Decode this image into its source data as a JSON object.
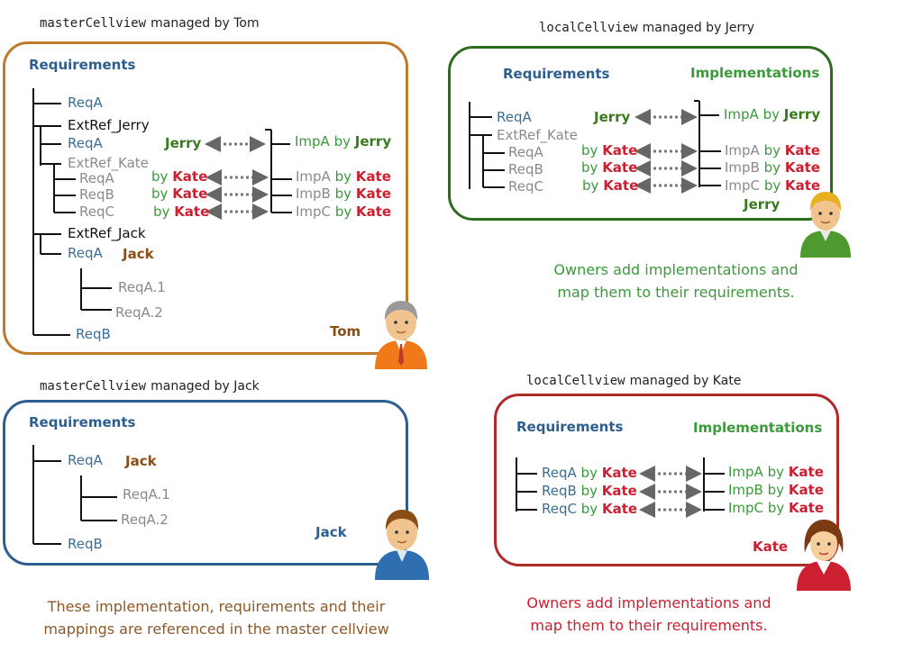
{
  "colors": {
    "req_blue": "#3a6e96",
    "impl_green": "#3b9a3b",
    "owner_red": "#cc1f2f",
    "jack_brown": "#8a4e14",
    "jerry_green": "#3a7a1e",
    "ext_gray": "#8a8a8a",
    "tom_box": "#c07a2a",
    "jerry_box": "#2f6b1f",
    "jack_box": "#2c5f8f",
    "kate_box": "#b02a2a",
    "note_brown": "#8a5a2a",
    "note_green": "#3b9a3b",
    "note_red": "#cc1f2f"
  },
  "tom": {
    "caption_code": "masterCellview",
    "caption_text": "managed by Tom",
    "requirements_label": "Requirements",
    "rows": {
      "reqa": "ReqA",
      "extref_jerry": "ExtRef_Jerry",
      "jerry_reqa": "ReqA",
      "jerry_owner": "Jerry",
      "jerry_imp": "ImpA by",
      "jerry_imp_owner": "Jerry",
      "extref_kate": "ExtRef_Kate",
      "kate_reqa": "ReqA",
      "kate_reqb": "ReqB",
      "kate_reqc": "ReqC",
      "by": "by",
      "kate": "Kate",
      "kate_impa": "ImpA",
      "kate_impb": "ImpB",
      "kate_impc": "ImpC",
      "extref_jack": "ExtRef_Jack",
      "jack_reqa": "ReqA",
      "jack_owner": "Jack",
      "reqa1": "ReqA.1",
      "reqa2": "ReqA.2",
      "reqb": "ReqB"
    },
    "owner_label": "Tom",
    "avatar_icon": "user-avatar-icon"
  },
  "jerry": {
    "caption_code": "localCellview",
    "caption_text": "managed by Jerry",
    "requirements_label": "Requirements",
    "implementations_label": "Implementations",
    "rows": {
      "reqa": "ReqA",
      "jerry_owner": "Jerry",
      "impa": "ImpA by",
      "impa_owner": "Jerry",
      "extref_kate": "ExtRef_Kate",
      "kate_reqa": "ReqA",
      "kate_reqb": "ReqB",
      "kate_reqc": "ReqC",
      "by": "by",
      "kate": "Kate",
      "kate_impa": "ImpA",
      "kate_impb": "ImpB",
      "kate_impc": "ImpC"
    },
    "owner_label": "Jerry",
    "note_line1": "Owners add implementations and",
    "note_line2": "map them to their requirements.",
    "avatar_icon": "user-avatar-icon"
  },
  "jack": {
    "caption_code": "masterCellview",
    "caption_text": "managed by Jack",
    "requirements_label": "Requirements",
    "rows": {
      "reqa": "ReqA",
      "jack_owner": "Jack",
      "reqa1": "ReqA.1",
      "reqa2": "ReqA.2",
      "reqb": "ReqB"
    },
    "owner_label": "Jack",
    "note_line1": "These implementation, requirements and their",
    "note_line2": "mappings are referenced in the master cellview",
    "avatar_icon": "user-avatar-icon"
  },
  "kate": {
    "caption_code": "localCellview",
    "caption_text": "managed by Kate",
    "requirements_label": "Requirements",
    "implementations_label": "Implementations",
    "rows": {
      "reqa": "ReqA",
      "reqb": "ReqB",
      "reqc": "ReqC",
      "by": "by",
      "kate": "Kate",
      "impa": "ImpA",
      "impb": "ImpB",
      "impc": "ImpC"
    },
    "owner_label": "Kate",
    "note_line1": "Owners add implementations and",
    "note_line2": "map them to their requirements.",
    "avatar_icon": "user-avatar-icon"
  }
}
